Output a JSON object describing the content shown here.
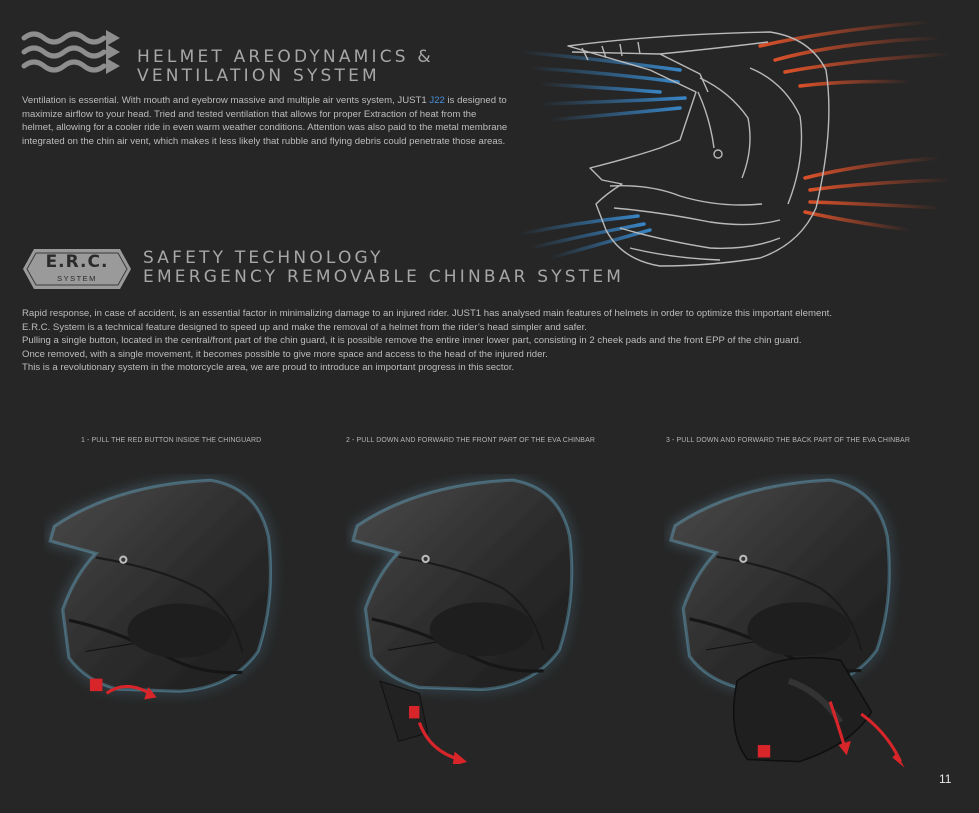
{
  "ventilation": {
    "title_line1": "HELMET AREODYNAMICS &",
    "title_line2": "VENTILATION SYSTEM",
    "body_part1": "Ventilation is essential.   With mouth and eyebrow massive and multiple air vents system, JUST1 ",
    "body_model": "J22",
    "body_part2": "  is designed to maximize airflow to your head. Tried and tested ventilation that allows for proper Extraction of heat from the helmet, allowing for a cooler ride in even warm weather conditions. Attention was also paid to the metal membrane integrated on the chin air vent, which makes it less likely that rubble and flying debris could penetrate those areas."
  },
  "erc": {
    "badge_main": "E.R.C.",
    "badge_sub": "SYSTEM",
    "title_line1": "SAFETY TECHNOLOGY",
    "title_line2": "EMERGENCY REMOVABLE CHINBAR SYSTEM",
    "paragraphs": [
      "Rapid response, in case of accident, is an essential factor in minimalizing damage to an injured rider. JUST1 has analysed main features of helmets in order to optimize this important element.",
      "E.R.C. System is a technical feature designed to speed up and make the removal of a helmet from the rider’s head simpler and safer.",
      "Pulling a single button, located in the central/front part of the chin guard, it is possible remove the entire inner lower part, consisting in 2 cheek pads and the front EPP of the chin guard.",
      "Once removed, with a single movement, it becomes possible to give more space and access to the head of the injured rider.",
      "This is a revolutionary system in the motorcycle area, we are proud to introduce an important progress in this sector."
    ]
  },
  "steps": [
    {
      "label": "1 - PULL THE RED BUTTON INSIDE THE CHINGUARD"
    },
    {
      "label": "2 - PULL  DOWN AND FORWARD THE FRONT PART OF THE EVA CHINBAR"
    },
    {
      "label": "3 - PULL  DOWN AND FORWARD THE BACK PART OF THE EVA CHINBAR"
    }
  ],
  "page_number": "11",
  "colors": {
    "background": "#262626",
    "airflow_cold": "#3a8fd6",
    "airflow_hot": "#e2532a",
    "release_arrow": "#d8252a"
  }
}
